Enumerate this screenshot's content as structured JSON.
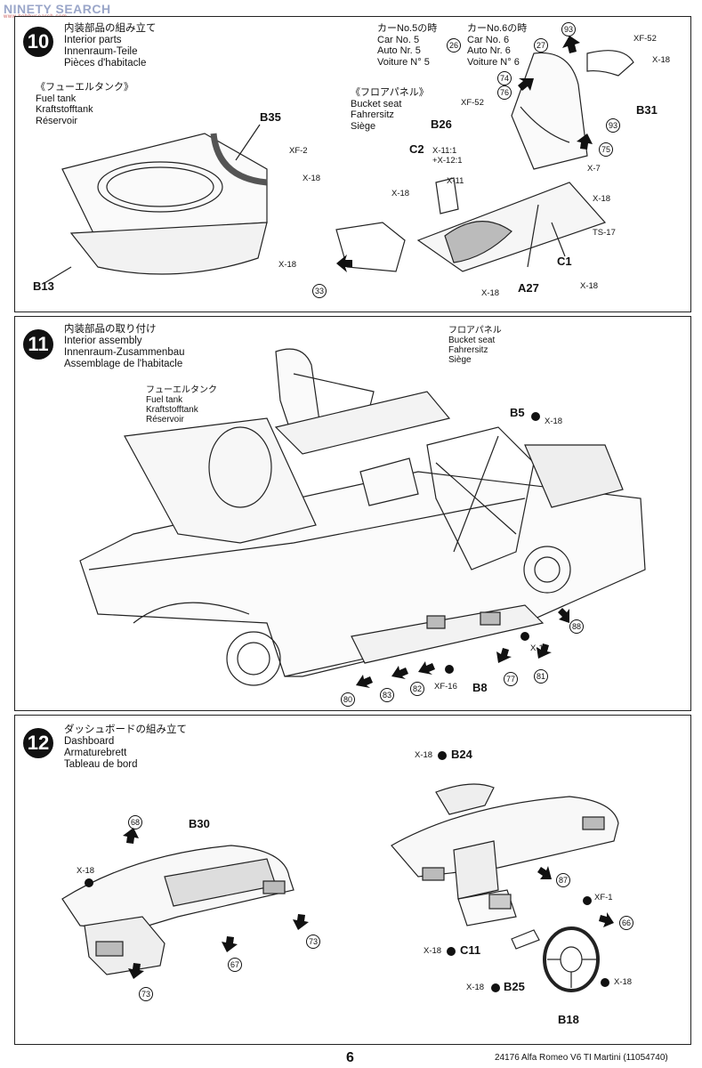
{
  "watermark": {
    "main": "NINETY SEARCH",
    "sub": "www.hobbysearch.com"
  },
  "step10": {
    "number": "10",
    "title_lines": [
      "内装部品の組み立て",
      "Interior parts",
      "Innenraum-Teile",
      "Pièces d'habitacle"
    ],
    "fuel_tank_label": [
      "《フューエルタンク》",
      "Fuel tank",
      "Kraftstofftank",
      "Réservoir"
    ],
    "floor_panel_label": [
      "《フロアパネル》",
      "Bucket seat",
      "Fahrersitz",
      "Siège"
    ],
    "car5": [
      "カーNo.5の時",
      "Car No. 5",
      "Auto Nr. 5",
      "Voiture N° 5"
    ],
    "car5_num": "26",
    "car6": [
      "カーNo.6の時",
      "Car No. 6",
      "Auto Nr. 6",
      "Voiture N° 6"
    ],
    "car6_num": "27",
    "parts": {
      "b35": "B35",
      "b13": "B13",
      "b26": "B26",
      "c2": "C2",
      "c1": "C1",
      "a27": "A27",
      "b31": "B31"
    },
    "paints": {
      "xf2": "XF-2",
      "x18": "X-18",
      "xf52": "XF-52",
      "x11": "X-11",
      "x11x12": "X-11:1",
      "x12": "+X-12:1",
      "x7": "X-7",
      "ts17": "TS-17"
    },
    "circles": [
      "33",
      "93",
      "74",
      "76",
      "75",
      "93"
    ]
  },
  "step11": {
    "number": "11",
    "title_lines": [
      "内装部品の取り付け",
      "Interior assembly",
      "Innenraum-Zusammenbau",
      "Assemblage de l'habitacle"
    ],
    "fuel_tank_label": [
      "フューエルタンク",
      "Fuel tank",
      "Kraftstofftank",
      "Réservoir"
    ],
    "floor_panel_label": [
      "フロアパネル",
      "Bucket seat",
      "Fahrersitz",
      "Siège"
    ],
    "parts": {
      "b5": "B5",
      "b8": "B8"
    },
    "paints": {
      "x18": "X-18",
      "xf16": "XF-16"
    },
    "circles": [
      "88",
      "81",
      "77",
      "82",
      "83",
      "80"
    ]
  },
  "step12": {
    "number": "12",
    "title_lines": [
      "ダッシュボードの組み立て",
      "Dashboard",
      "Armaturebrett",
      "Tableau de bord"
    ],
    "parts": {
      "b30": "B30",
      "b24": "B24",
      "c11": "C11",
      "b25": "B25",
      "b18": "B18"
    },
    "paints": {
      "x18": "X-18",
      "xf1": "XF-1"
    },
    "circles": [
      "68",
      "73",
      "67",
      "73",
      "87",
      "66"
    ]
  },
  "footer": {
    "text": "24176  Alfa Romeo V6 TI Martini (11054740)",
    "page": "6"
  }
}
